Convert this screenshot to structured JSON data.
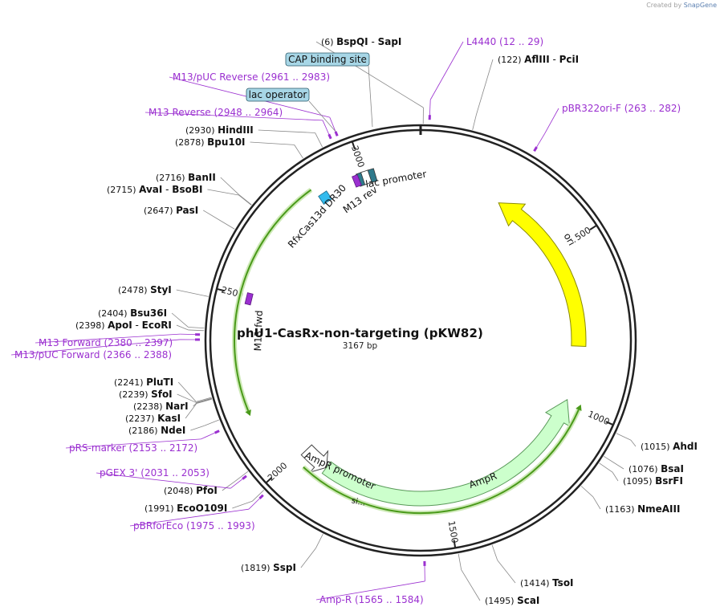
{
  "credit": {
    "prefix": "Created by",
    "brand": "SnapGene"
  },
  "plasmid": {
    "name": "phU1-CasRx-non-targeting (pKW82)",
    "size_label": "3167 bp",
    "length": 3167
  },
  "ticks": [
    {
      "pos": 500,
      "label": "500"
    },
    {
      "pos": 1000,
      "label": "1000"
    },
    {
      "pos": 1500,
      "label": "1500"
    },
    {
      "pos": 2000,
      "label": "2000"
    },
    {
      "pos": 2500,
      "label": "2500"
    },
    {
      "pos": 3000,
      "label": "3000"
    }
  ],
  "enzymes": [
    {
      "name": "BspQI",
      "suffix": "SapI",
      "pos": 6,
      "coord": "(6)"
    },
    {
      "name": "AflIII",
      "suffix": "PciI",
      "pos": 122,
      "coord": "(122)"
    },
    {
      "name": "AhdI",
      "pos": 1015,
      "coord": "(1015)"
    },
    {
      "name": "BsaI",
      "pos": 1076,
      "coord": "(1076)"
    },
    {
      "name": "BsrFI",
      "pos": 1095,
      "coord": "(1095)"
    },
    {
      "name": "NmeAIII",
      "pos": 1163,
      "coord": "(1163)"
    },
    {
      "name": "TsoI",
      "pos": 1414,
      "coord": "(1414)"
    },
    {
      "name": "ScaI",
      "pos": 1495,
      "coord": "(1495)"
    },
    {
      "name": "SspI",
      "pos": 1819,
      "coord": "(1819)"
    },
    {
      "name": "EcoO109I",
      "pos": 1991,
      "coord": "(1991)"
    },
    {
      "name": "PfoI",
      "pos": 2048,
      "coord": "(2048)"
    },
    {
      "name": "NdeI",
      "pos": 2186,
      "coord": "(2186)"
    },
    {
      "name": "KasI",
      "pos": 2237,
      "coord": "(2237)"
    },
    {
      "name": "NarI",
      "pos": 2238,
      "coord": "(2238)"
    },
    {
      "name": "SfoI",
      "pos": 2239,
      "coord": "(2239)"
    },
    {
      "name": "PluTI",
      "pos": 2241,
      "coord": "(2241)"
    },
    {
      "name": "ApoI",
      "suffix": "EcoRI",
      "pos": 2398,
      "coord": "(2398)"
    },
    {
      "name": "Bsu36I",
      "pos": 2404,
      "coord": "(2404)"
    },
    {
      "name": "StyI",
      "pos": 2478,
      "coord": "(2478)"
    },
    {
      "name": "PasI",
      "pos": 2647,
      "coord": "(2647)"
    },
    {
      "name": "AvaI",
      "suffix": "BsoBI",
      "pos": 2715,
      "coord": "(2715)"
    },
    {
      "name": "BanII",
      "pos": 2716,
      "coord": "(2716)"
    },
    {
      "name": "Bpu10I",
      "pos": 2878,
      "coord": "(2878)"
    },
    {
      "name": "HindIII",
      "pos": 2930,
      "coord": "(2930)"
    }
  ],
  "primers": [
    {
      "name": "L4440",
      "range": "(12 .. 29)",
      "start": 12,
      "end": 29
    },
    {
      "name": "pBR322ori-F",
      "range": "(263 .. 282)",
      "start": 263,
      "end": 282
    },
    {
      "name": "Amp-R",
      "range": "(1565 .. 1584)",
      "start": 1565,
      "end": 1584
    },
    {
      "name": "pBRforEco",
      "range": "(1975 .. 1993)",
      "start": 1975,
      "end": 1993
    },
    {
      "name": "pGEX 3'",
      "range": "(2031 .. 2053)",
      "start": 2031,
      "end": 2053
    },
    {
      "name": "pRS-marker",
      "range": "(2153 .. 2172)",
      "start": 2153,
      "end": 2172
    },
    {
      "name": "M13/pUC Forward",
      "range": "(2366 .. 2388)",
      "start": 2366,
      "end": 2388
    },
    {
      "name": "M13 Forward",
      "range": "(2380 .. 2397)",
      "start": 2380,
      "end": 2397
    },
    {
      "name": "M13 Reverse",
      "range": "(2948 .. 2964)",
      "start": 2948,
      "end": 2964
    },
    {
      "name": "M13/pUC Reverse",
      "range": "(2961 .. 2983)",
      "start": 2961,
      "end": 2983
    }
  ],
  "boxed_features": [
    {
      "name": "CAP binding site"
    },
    {
      "name": "lac operator"
    }
  ],
  "features": [
    {
      "name": "ori",
      "start": 220,
      "end": 809,
      "direction": "reverse",
      "color": "#ffff00"
    },
    {
      "name": "AmpR",
      "start": 980,
      "end": 1840,
      "direction": "reverse",
      "color": "#ccffcc"
    },
    {
      "name": "AmpR promoter",
      "start": 1840,
      "end": 1945,
      "direction": "reverse",
      "color": "#ffffff"
    },
    {
      "name": "si...",
      "color": "#ccffcc"
    },
    {
      "name": "lac promoter",
      "color": "#2e7a8c"
    },
    {
      "name": "M13 rev",
      "color": "#9b30d0"
    },
    {
      "name": "RfxCas13d DR30",
      "color": "#33bbee"
    },
    {
      "name": "M13 fwd",
      "color": "#9b30d0"
    }
  ],
  "colors": {
    "primer": "#9b30d0",
    "enzyme": "#000000",
    "backbone": "#222222",
    "orf_line": "#4a9a1a"
  }
}
